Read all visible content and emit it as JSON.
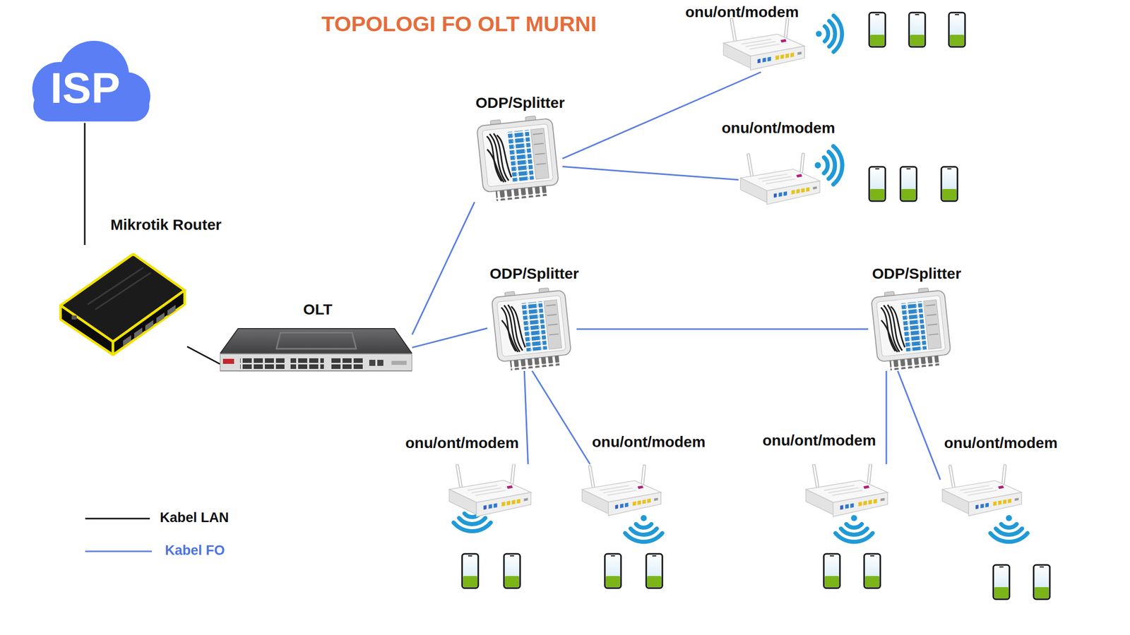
{
  "diagram": {
    "title": "TOPOLOGI FO OLT MURNI",
    "nodes": [
      {
        "text": [
          "ISP"
        ]
      },
      {
        "text": [
          "Mikrotik Router"
        ]
      },
      {
        "text": [
          "OLT"
        ]
      },
      {
        "text": [
          "ODP/Splitter"
        ]
      },
      {
        "text": [
          "onu/ont/modem"
        ]
      },
      {
        "text": [
          "onu/ont/modem"
        ]
      },
      {
        "text": [
          "ODP/Splitter"
        ]
      },
      {
        "text": [
          "ODP/Splitter"
        ]
      },
      {
        "text": [
          "onu/ont/modem"
        ]
      },
      {
        "text": [
          "onu/ont/modem"
        ]
      },
      {
        "text": [
          "onu/ont/modem"
        ]
      },
      {
        "text": [
          "onu/ont/modem"
        ]
      }
    ],
    "edges": [
      {
        "from": 0,
        "to": 1,
        "arrow": "none"
      },
      {
        "from": 1,
        "to": 2,
        "arrow": "none"
      },
      {
        "from": 2,
        "to": 3,
        "arrow": "none"
      },
      {
        "from": 2,
        "to": 6,
        "arrow": "none"
      },
      {
        "from": 3,
        "to": 4,
        "arrow": "none"
      },
      {
        "from": 3,
        "to": 5,
        "arrow": "none"
      },
      {
        "from": 6,
        "to": 7,
        "arrow": "none"
      },
      {
        "from": 6,
        "to": 8,
        "arrow": "none"
      },
      {
        "from": 6,
        "to": 9,
        "arrow": "none"
      },
      {
        "from": 7,
        "to": 10,
        "arrow": "none"
      },
      {
        "from": 7,
        "to": 11,
        "arrow": "none"
      }
    ],
    "legend": [
      {
        "text": "Kabel LAN"
      },
      {
        "text": "Kabel FO"
      }
    ]
  }
}
